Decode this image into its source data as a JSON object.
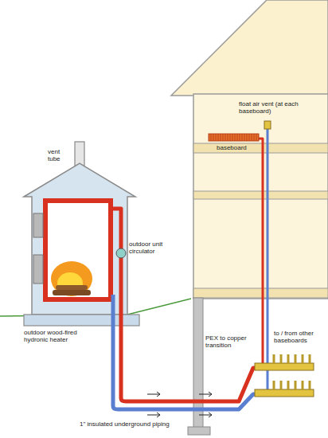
{
  "diagram": {
    "labels": [
      "vent tube",
      "outdoor unit circulator",
      "outdoor wood-fired hydronic heater",
      "1\" insulated underground piping",
      "PEX to copper transition",
      "to / from other baseboards",
      "float air vent (at each baseboard)",
      "baseboard"
    ]
  }
}
